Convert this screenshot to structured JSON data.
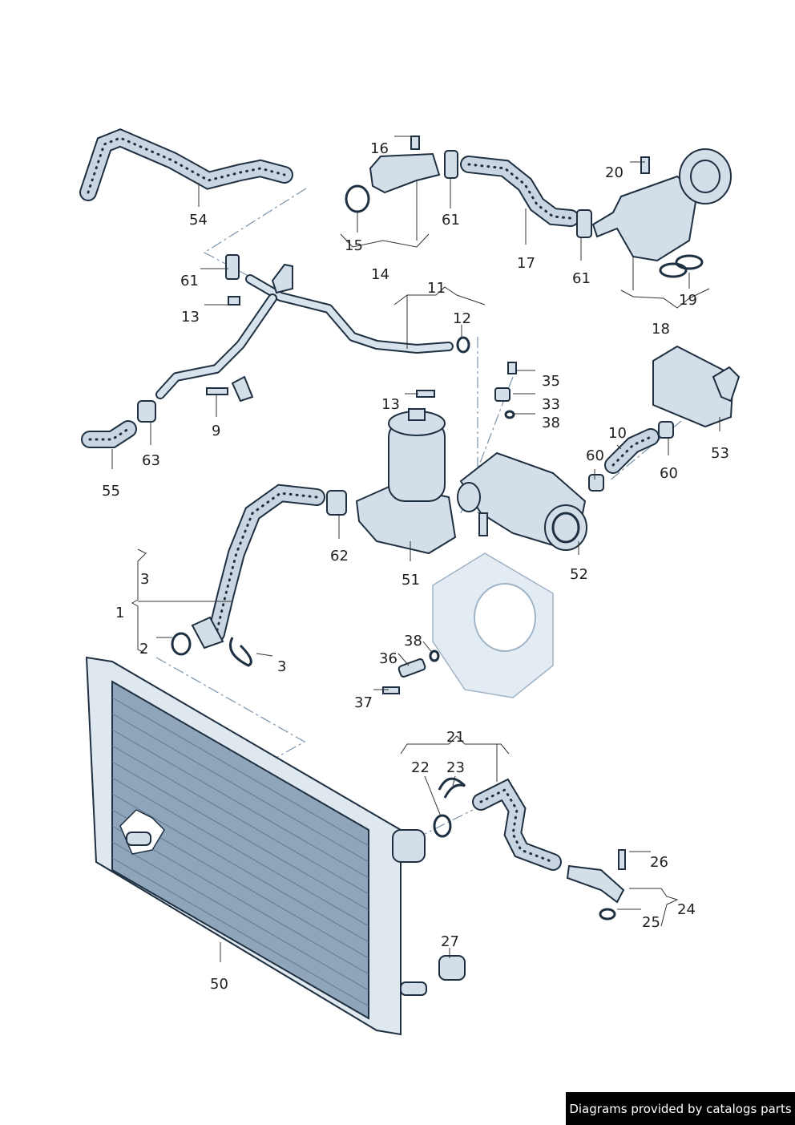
{
  "diagram": {
    "labels": [
      "54",
      "16",
      "15",
      "14",
      "61",
      "17",
      "20",
      "61",
      "19",
      "18",
      "61",
      "13",
      "11",
      "12",
      "35",
      "33",
      "38",
      "13",
      "9",
      "55",
      "63",
      "10",
      "60",
      "60",
      "53",
      "62",
      "51",
      "52",
      "3",
      "1",
      "2",
      "3",
      "38",
      "36",
      "37",
      "21",
      "22",
      "23",
      "26",
      "24",
      "25",
      "27",
      "50"
    ]
  },
  "footer": {
    "text": "Diagrams provided by catalogs parts"
  },
  "colors": {
    "ink": "#1d2f40",
    "part_fill": "#d3dee8",
    "radiator": "#8fa5ba",
    "footer_bg": "#000000"
  }
}
